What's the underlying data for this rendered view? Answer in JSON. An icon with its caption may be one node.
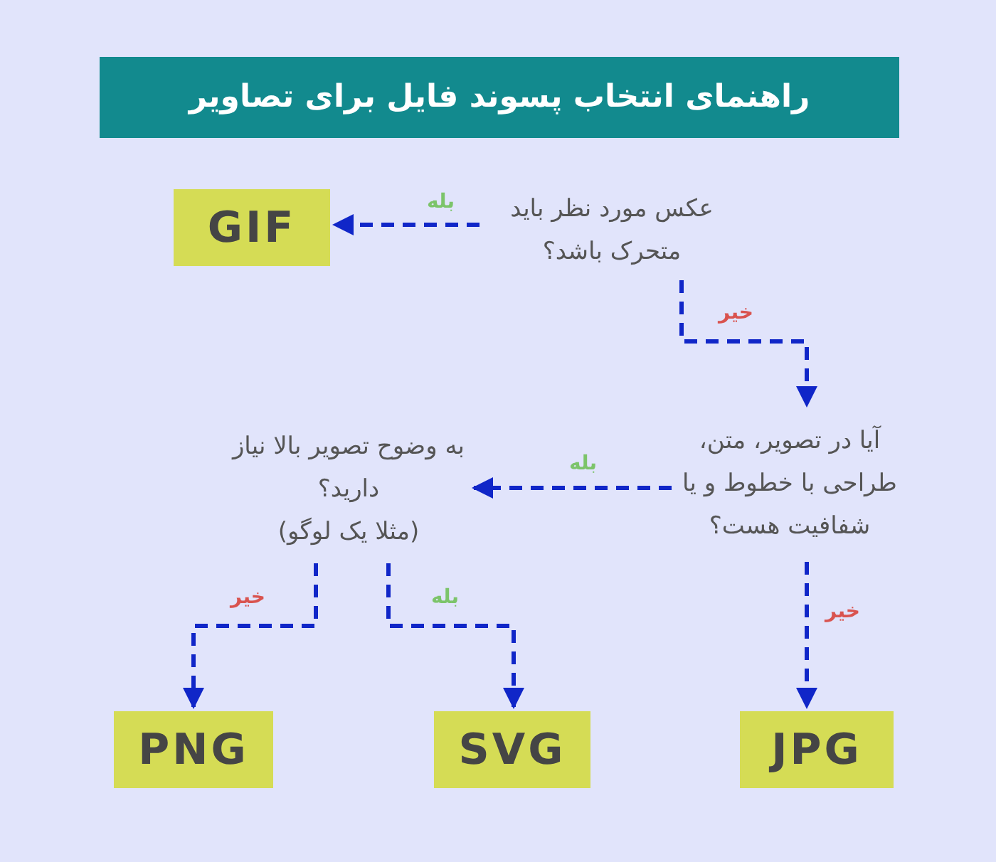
{
  "diagram": {
    "title": "راهنمای انتخاب پسوند فایل برای تصاویر",
    "nodes": [
      {
        "text": [
          "GIF"
        ]
      },
      {
        "text": [
          "عکس مورد نظر باید متحرک باشد؟"
        ]
      },
      {
        "text": [
          "به وضوح تصویر بالا نیاز دارید؟",
          "(مثلا یک لوگو)"
        ]
      },
      {
        "text": [
          "آیا در تصویر، متن، طراحی با خطوط و یا شفافیت هست؟"
        ]
      },
      {
        "text": [
          "PNG"
        ]
      },
      {
        "text": [
          "SVG"
        ]
      },
      {
        "text": [
          "JPG"
        ]
      }
    ],
    "edges": [
      {
        "from": 1,
        "to": 0,
        "arrow": "to",
        "label": "بله",
        "style": "dashed"
      },
      {
        "from": 1,
        "to": 3,
        "arrow": "to",
        "label": "خیر",
        "style": "dashed"
      },
      {
        "from": 3,
        "to": 2,
        "arrow": "to",
        "label": "بله",
        "style": "dashed"
      },
      {
        "from": 3,
        "to": 6,
        "arrow": "to",
        "label": "خیر",
        "style": "dashed"
      },
      {
        "from": 2,
        "to": 4,
        "arrow": "to",
        "label": "خیر",
        "style": "dashed"
      },
      {
        "from": 2,
        "to": 5,
        "arrow": "to",
        "label": "بله",
        "style": "dashed"
      }
    ]
  }
}
